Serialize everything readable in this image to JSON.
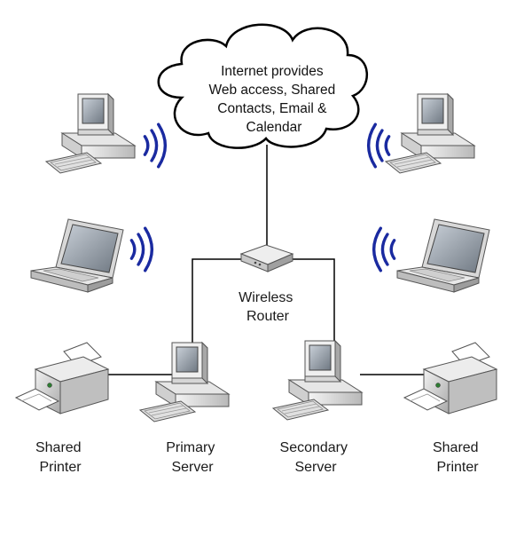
{
  "diagram": {
    "cloud": {
      "lines": [
        "Internet provides",
        "Web access, Shared",
        "Contacts, Email &",
        "Calendar"
      ]
    },
    "router": {
      "lines": [
        "Wireless",
        "Router"
      ]
    },
    "nodes": {
      "printer_left": {
        "lines": [
          "Shared",
          "Printer"
        ]
      },
      "primary_server": {
        "lines": [
          "Primary",
          "Server"
        ]
      },
      "secondary_server": {
        "lines": [
          "Secondary",
          "Server"
        ]
      },
      "printer_right": {
        "lines": [
          "Shared",
          "Printer"
        ]
      }
    },
    "colors": {
      "wifi": "#1a2aa0",
      "line": "#000000",
      "device_light": "#e8e8e8",
      "device_mid": "#c4c4c4",
      "device_dark": "#8a8a8a",
      "screen": "#9aa3ad"
    },
    "icons": {
      "cloud": "cloud-icon",
      "router": "wireless-router-icon",
      "desktop": "desktop-computer-icon",
      "laptop": "laptop-icon",
      "printer": "printer-icon",
      "wifi": "wifi-signal-icon"
    }
  }
}
